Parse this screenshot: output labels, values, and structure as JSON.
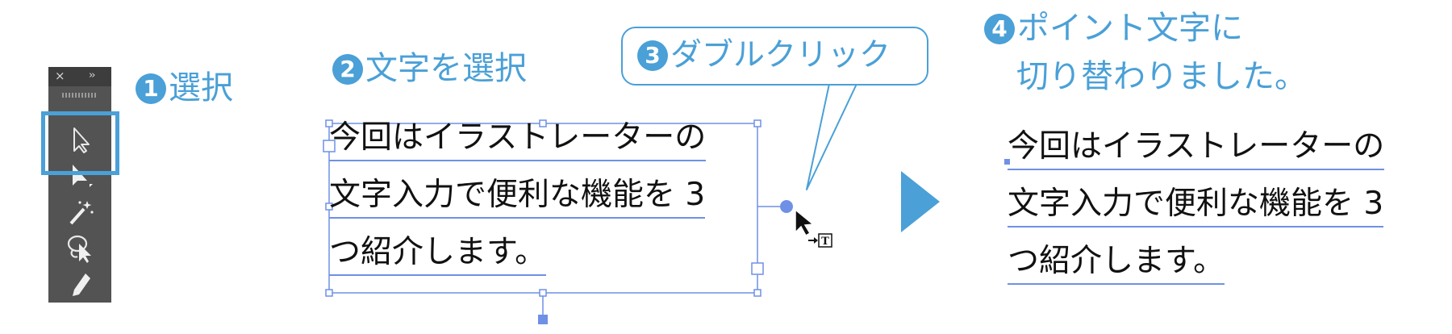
{
  "colors": {
    "accent": "#4aa0d7",
    "selection": "#6f90e6",
    "panel_bg": "#535353",
    "panel_header": "#3d3d3d",
    "text": "#111111"
  },
  "tool_panel": {
    "close_glyph": "×",
    "collapse_glyph": "››",
    "tools": [
      {
        "icon": "selection-tool-icon"
      },
      {
        "icon": "direct-selection-tool-icon"
      },
      {
        "icon": "magic-wand-tool-icon"
      },
      {
        "icon": "lasso-tool-icon"
      },
      {
        "icon": "pen-tool-icon"
      }
    ]
  },
  "steps": {
    "step1": {
      "number": "1",
      "label": "選択"
    },
    "step2": {
      "number": "2",
      "label": "文字を選択"
    },
    "step3": {
      "number": "3",
      "label": "ダブルクリック"
    },
    "step4": {
      "number": "4",
      "line1": "ポイント文字に",
      "line2": "切り替わりました。"
    }
  },
  "text_block": {
    "lines": [
      "今回はイラストレーターの",
      "文字入力で便利な機能を 3",
      "つ紹介します。"
    ]
  },
  "result_block": {
    "lines": [
      "今回はイラストレーターの",
      "文字入力で便利な機能を 3",
      "つ紹介します。"
    ]
  },
  "cursor_badge": "T"
}
